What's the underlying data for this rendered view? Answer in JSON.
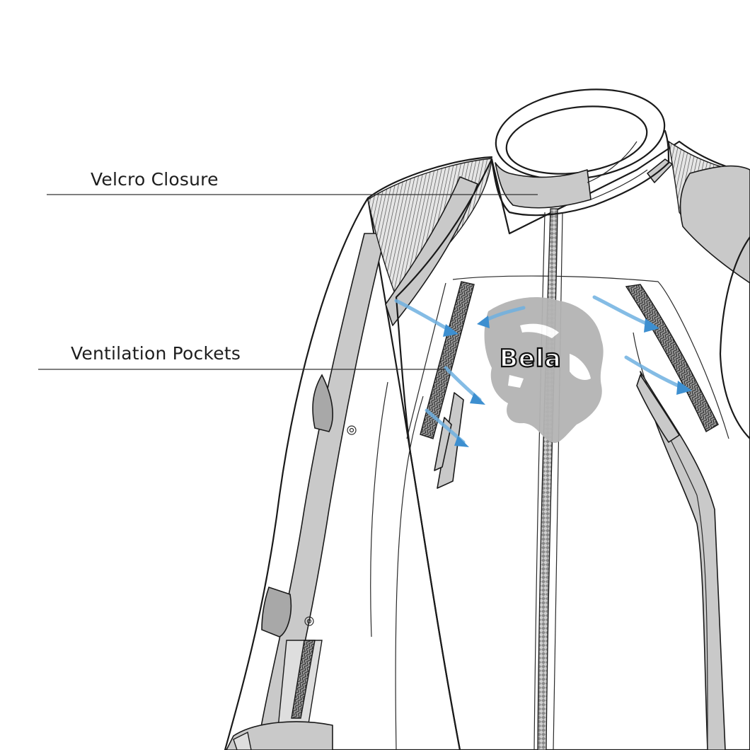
{
  "callouts": {
    "velcro": "Velcro Closure",
    "ventilation": "Ventilation Pockets"
  },
  "brand": {
    "logo_text": "Bela"
  },
  "colors": {
    "outline": "#1a1a1a",
    "panel_grey": "#c9c9c9",
    "airflow_arrow": "#6fb0e0",
    "logo_grey": "#b4b4b4"
  },
  "icons": {
    "airflow": "airflow-arrow-icon",
    "logo": "bear-head-logo"
  }
}
